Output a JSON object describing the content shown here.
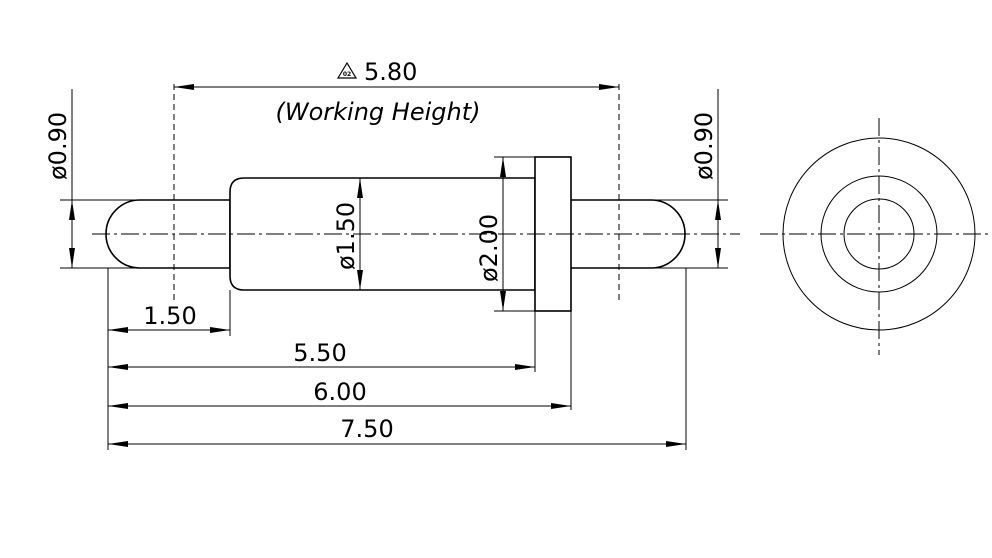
{
  "dimensions": {
    "working_height": "5.80",
    "working_height_note": "(Working Height)",
    "revision_mark": "02",
    "dia_left_plunger": "ø0.90",
    "dia_right_plunger": "ø0.90",
    "dia_barrel": "ø1.50",
    "dia_collar": "ø2.00",
    "len_left_plunger": "1.50",
    "len_to_collar": "5.50",
    "len_to_collar_end": "6.00",
    "len_overall": "7.50"
  }
}
